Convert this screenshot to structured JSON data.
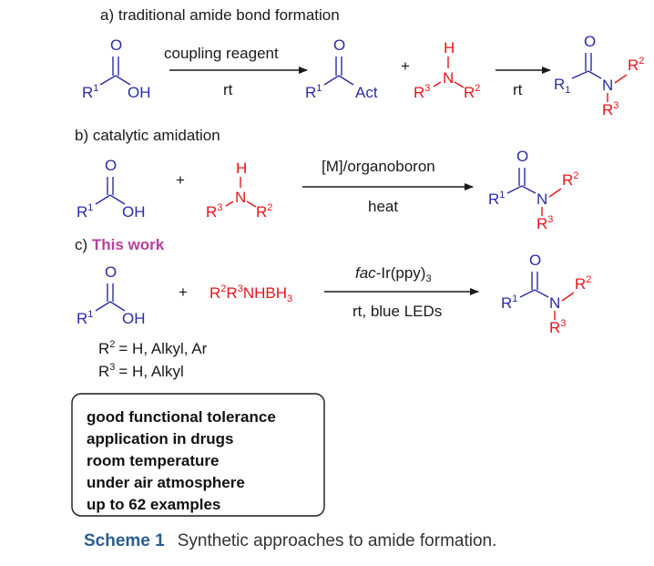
{
  "sections": {
    "a_prefix": "a) ",
    "a_title": "traditional amide bond formation",
    "b_prefix": "b) ",
    "b_title": "catalytic amidation",
    "c_prefix": "c) ",
    "c_title": "This work"
  },
  "a": {
    "arrow1_top": "coupling reagent",
    "arrow1_bottom": "rt",
    "plus": "+",
    "arrow2_bottom": "rt"
  },
  "b": {
    "plus": "+",
    "arrow_top": "[M]/organoboron",
    "arrow_bottom": "heat"
  },
  "c": {
    "plus": "+",
    "amine_borane_parts": [
      "R",
      "2",
      "R",
      "3",
      "NHBH",
      "3"
    ],
    "arrow_top_italic": "fac",
    "arrow_top_rest": "-Ir(ppy)",
    "arrow_top_sub": "3",
    "arrow_bottom": "rt, blue LEDs",
    "def_r2": "= H, Alkyl, Ar",
    "def_r3": "= H, Alkyl"
  },
  "features_box": [
    "good functional tolerance",
    "application in drugs",
    "room temperature",
    "under air atmosphere",
    "up to 62 examples"
  ],
  "atoms": {
    "O": "O",
    "OH": "OH",
    "Act": "Act",
    "N": "N",
    "H": "H",
    "R": "R",
    "sup1": "1",
    "sup2": "2",
    "sup3": "3",
    "sub1": "1"
  },
  "caption": {
    "label": "Scheme 1",
    "text": "Synthetic approaches to amide formation."
  },
  "colors": {
    "acid_blue": "#2b2ba8",
    "amine_red": "#e8141a",
    "this_work_magenta": "#b5409f",
    "caption_label_blue": "#2a5d8f"
  }
}
